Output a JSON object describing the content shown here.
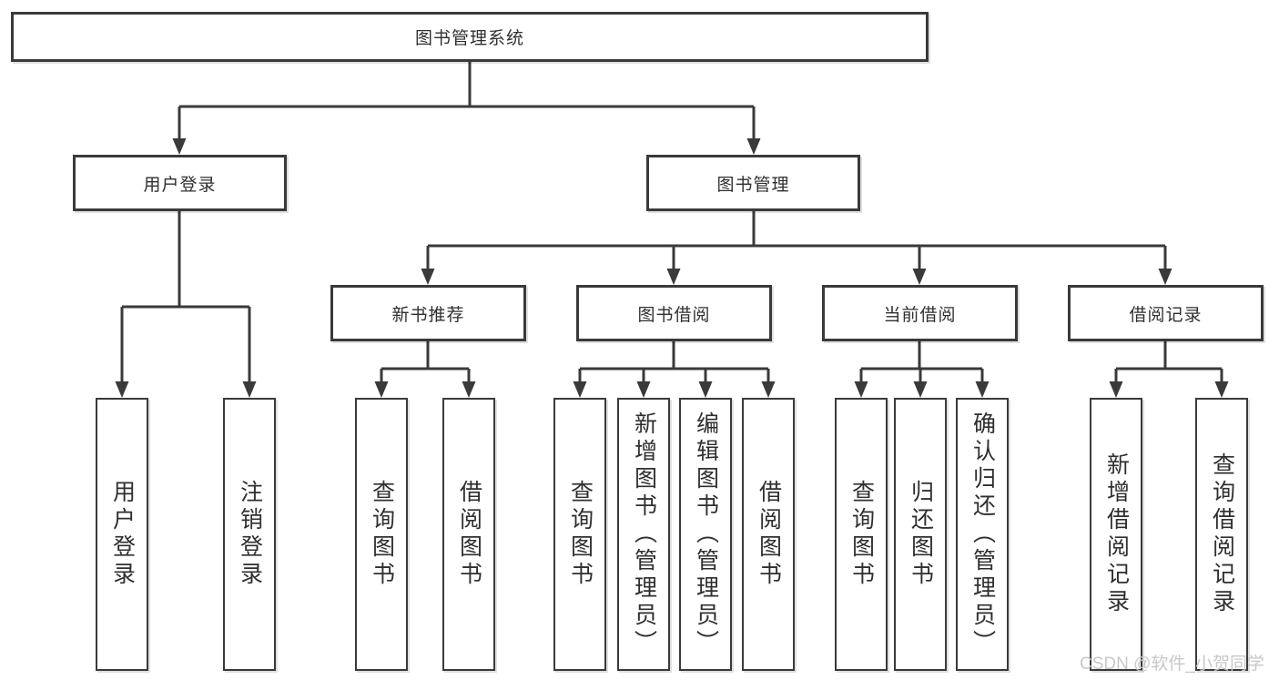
{
  "diagram": {
    "root": "图书管理系统",
    "level2": [
      "用户登录",
      "图书管理"
    ],
    "level3": [
      "新书推荐",
      "图书借阅",
      "当前借阅",
      "借阅记录"
    ],
    "leaves": {
      "user_login": [
        "用户登录",
        "注销登录"
      ],
      "new_books": [
        "查询图书",
        "借阅图书"
      ],
      "borrowing": [
        "查询图书",
        "新增图书（管理员）",
        "编辑图书（管理员）",
        "借阅图书"
      ],
      "current": [
        "查询图书",
        "归还图书",
        "确认归还（管理员）"
      ],
      "records": [
        "新增借阅记录",
        "查询借阅记录"
      ]
    },
    "watermark": "CSDN @软件_小贺同学",
    "colors": {
      "line": "#3a3a3a",
      "text": "#2f2f2f",
      "background": "#ffffff",
      "watermark": "#c8c8c8"
    }
  }
}
